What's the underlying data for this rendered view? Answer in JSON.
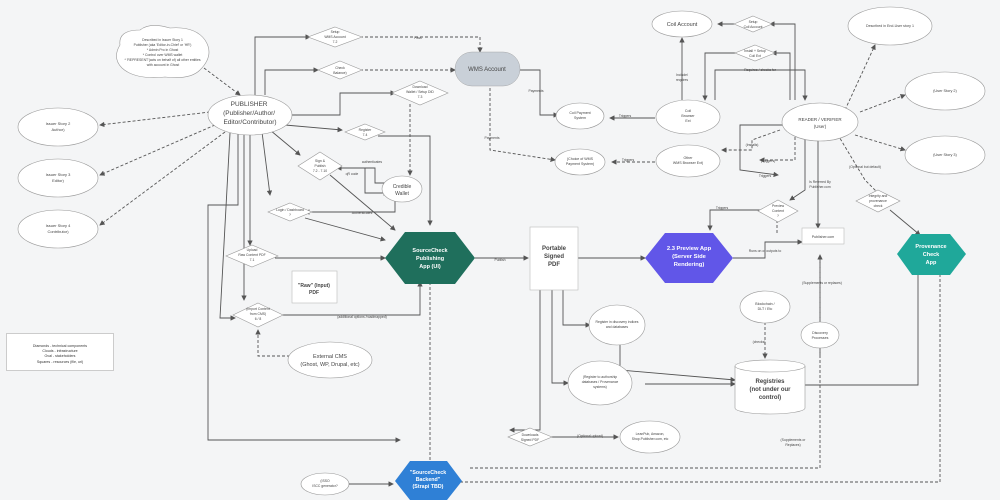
{
  "nodes": {
    "publisher": [
      "PUBLISHER",
      "(Publisher/Author/",
      "Editor/Contributor)"
    ],
    "publisher_note": [
      "Described in Issuer Story 1",
      "Publisher (aka 'Editor-in-Chief' or 'HR')",
      "* Admin Pro in Ghost",
      "* Control over WMS wallet",
      "* 'REPRESENT'(acts on behalf of) all other entities",
      "with account in Ghost"
    ],
    "issuer2": [
      "Issuer Story 2",
      "Author)"
    ],
    "issuer3": [
      "Issuer Story 3",
      "Editor)"
    ],
    "issuer4": [
      "Issuer Story 4",
      "Contributor)"
    ],
    "setup_wms": [
      "Setup",
      "WMS Account",
      "7.2"
    ],
    "check_balance": [
      "Check",
      "Balance)"
    ],
    "download_wallet": [
      "Download",
      "Wallet / Setup DID",
      "7.3"
    ],
    "register": [
      "Register",
      "7.4"
    ],
    "sign_publish": [
      "Sign &",
      "Publish",
      "7.2 - 7.10"
    ],
    "authenticates": "authenticates",
    "qr_code": "qR code",
    "credible_wallet": [
      "Credible",
      "Wallet"
    ],
    "login_dashboard": [
      "Login / Dashboard",
      "?"
    ],
    "authenticates2": "Authenticates",
    "upload_raw": [
      "Upload",
      "Raw Content PDF",
      "7.1"
    ],
    "raw_pdf": [
      "\"Raw\" (Input)",
      "PDF"
    ],
    "import_content": [
      "(Import Content",
      "from CMS)",
      "6 / 8"
    ],
    "additional_options": "(additional options /roadmapped)",
    "external_cms": [
      "External CMS",
      "(Ghost, WP, Drupal, etc)"
    ],
    "sourcecheck_app": [
      "SourceCheck",
      "Publishing",
      "App (UI)"
    ],
    "publish": "Publish",
    "pass": "Pass",
    "wms_account": "WMS Account",
    "payments1": "Payments",
    "payments2": "Payments",
    "portable_pdf": [
      "Portable",
      "Signed",
      "PDF"
    ],
    "preview_app": [
      "2.3 Preview App",
      "(Server Side",
      "Rendering)"
    ],
    "runs_on": "Runs on or outputs to",
    "publisher_com": "Publisher.com",
    "coil_account": "Coil Account",
    "setup_coil": [
      "Setup",
      "Coil Account"
    ],
    "install_coil": [
      "Install + Setup",
      "Coil Ext"
    ],
    "includes_requires": [
      "Include/",
      "requires"
    ],
    "requires_checks": "Requires / checks for",
    "coil_payment": [
      "Coil Payment",
      "System"
    ],
    "triggers1": "Triggers",
    "coil_browser": [
      "Coil",
      "Browser",
      "Ext"
    ],
    "wms_payment": [
      "(Choice of WMS",
      "Payment System)"
    ],
    "triggers2": "Triggers",
    "other_wms": [
      "Other",
      "WMS Browser Ext)"
    ],
    "installs": "(Installs)",
    "triggers3": "(Triggers)",
    "triggers4": "Triggers",
    "reader": [
      "READER / VERIFIER",
      "(User)"
    ],
    "user_story1": "Described in End-User story 1",
    "user_story2": "(User Story 2)",
    "user_story3": "(User Story 3)",
    "referred_by": [
      "Is Referred By",
      "Publisher.com"
    ],
    "optional_default": "(Optional but default)",
    "integrity_check": [
      "Integrity and",
      "provenance",
      "check"
    ],
    "preview_content": [
      "Preview",
      "Content",
      "?"
    ],
    "triggers5": "Triggers",
    "provenance_app": [
      "Provenance",
      "Check",
      "App"
    ],
    "supplements1": "(Supplements or replaces)",
    "register_discovery": [
      "Register in discovery indices",
      "and databases"
    ],
    "blockchain": [
      "Blockchain /",
      "DLT / Etc"
    ],
    "checks": "(checks)",
    "discovery": [
      "Discovery",
      "Processes"
    ],
    "register_authorship": [
      "(Register to authorship",
      "databases / Provenance",
      "systems)"
    ],
    "registries": [
      "Registries",
      "(not under our",
      "control)"
    ],
    "downloads_signed": [
      "Downloads",
      "Signed PDF"
    ],
    "optional_upload": "(Optional upload)",
    "leanpub": [
      "LeanPub, Amazon,",
      "Shop.Publisher.com, etc"
    ],
    "supplements2": [
      "(Supplements or",
      "Replaces)"
    ],
    "sourcecheck_backend": [
      "\"SourceCheck",
      "Backend\"",
      "(Strapi TBD)"
    ],
    "isso": [
      "(ISSO",
      "ISCC generator?"
    ]
  },
  "legend": [
    "Diamonds - technical  components",
    "Clouds - infrastructure",
    "Oval - stakeholders",
    "Squares - resources (file, url)"
  ],
  "colors": {
    "sourcecheck_app": "#1f6f5c",
    "preview_app": "#6156e8",
    "provenance_app": "#1fa89a",
    "backend": "#2f80d6",
    "wms_account": "#c9d0d8",
    "edge": "#555555"
  }
}
